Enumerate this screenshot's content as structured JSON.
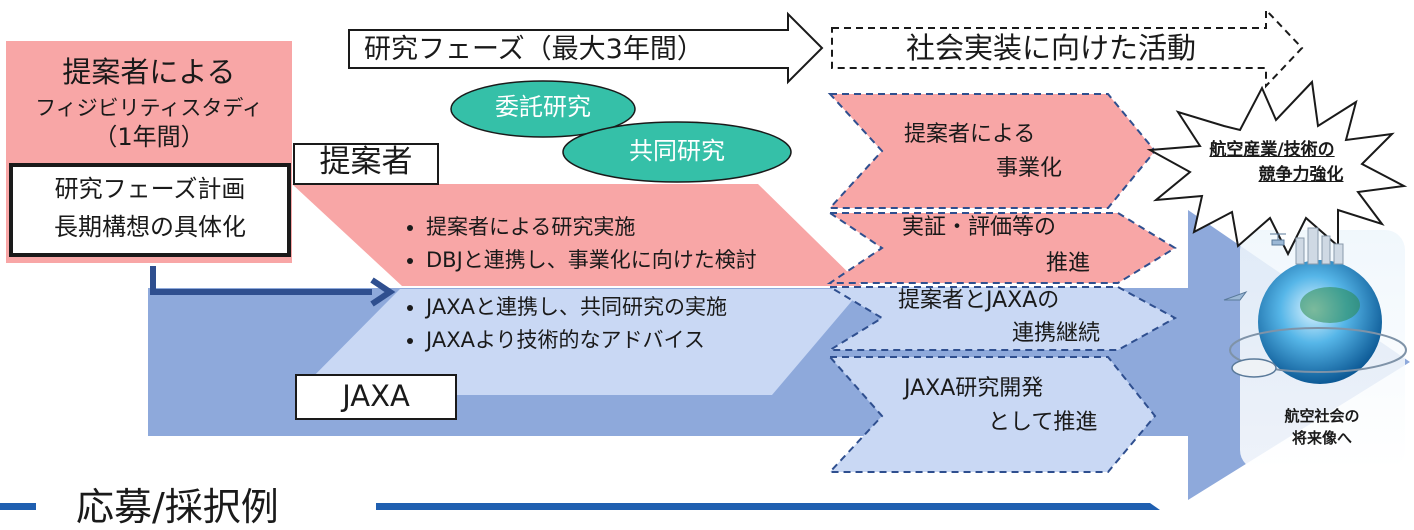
{
  "phases": {
    "research": "研究フェーズ（最大3年間）",
    "implementation": "社会実装に向けた活動"
  },
  "feasibility": {
    "title": "提案者による",
    "subtitle": "フィジビリティスタディ",
    "duration": "（1年間）",
    "plan_line1": "研究フェーズ計画",
    "plan_line2": "長期構想の具体化"
  },
  "research_types": {
    "contract": "委託研究",
    "joint": "共同研究"
  },
  "proposer": {
    "label": "提案者",
    "bullets": [
      "提案者による研究実施",
      "DBJと連携し、事業化に向けた検討"
    ]
  },
  "jaxa": {
    "label": "JAXA",
    "bullets": [
      "JAXAと連携し、共同研究の実施",
      "JAXAより技術的なアドバイス"
    ]
  },
  "outcomes": [
    {
      "line1": "提案者による",
      "line2": "事業化"
    },
    {
      "line1": "実証・評価等の",
      "line2": "推進"
    },
    {
      "line1": "提案者とJAXAの",
      "line2": "連携継続"
    },
    {
      "line1": "JAXA研究開発",
      "line2": "として推進"
    }
  ],
  "goal": {
    "line1": "航空産業/技術の",
    "line2": "競争力強化"
  },
  "future": {
    "line1": "航空社会の",
    "line2": "将来像へ"
  },
  "bottom_banner": {
    "title": "応募/採択例"
  },
  "colors": {
    "pink": "#f8a6a6",
    "pink_light": "#f9b3b3",
    "blue_big": "#8ea9db",
    "blue_light": "#c9d8f4",
    "teal": "#35c0a8",
    "dark_blue": "#2f4f8f",
    "banner_blue": "#1f5fb0"
  }
}
